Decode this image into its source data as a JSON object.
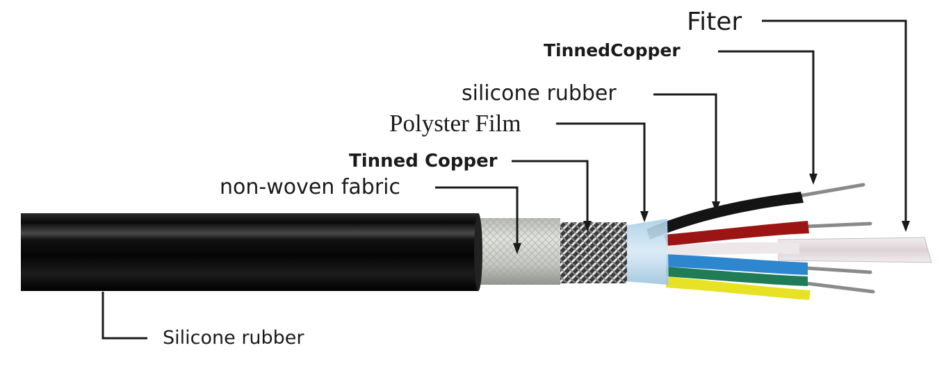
{
  "labels": {
    "fiter": "Fiter",
    "tinned_copper_inner": "TinnedCopper",
    "silicone_rubber_inner": "silicone rubber",
    "polyster_film": "Polyster Film",
    "tinned_copper_shield": "Tinned Copper",
    "non_woven_fabric": "non-woven fabric",
    "silicone_rubber_jacket": "Silicone rubber"
  },
  "colors": {
    "jacket": "#0b0b0b",
    "fabric": "#c9ccc7",
    "film": "#b9d7ea",
    "wire_black": "#151515",
    "wire_red": "#9c1414",
    "wire_white": "#ece8ea",
    "wire_blue": "#2e86cf",
    "wire_green": "#1f7c57",
    "wire_yellow": "#e7e324",
    "leader": "#1a1a1a"
  }
}
